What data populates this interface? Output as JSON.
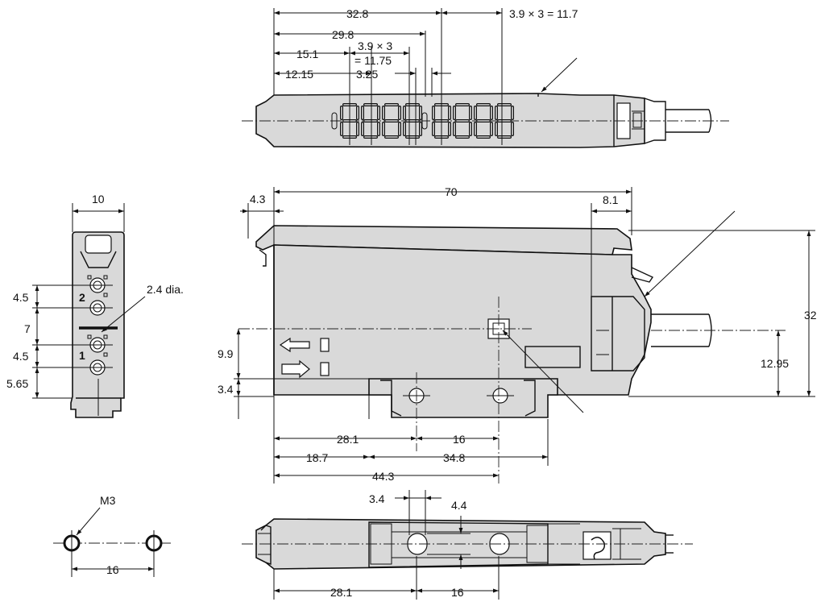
{
  "dimensions": {
    "top_32_8": "32.8",
    "top_3_9x3_11_7": "3.9 × 3 = 11.7",
    "top_29_8": "29.8",
    "top_15_1": "15.1",
    "top_3_9x3": "3.9 × 3",
    "top_11_75": "= 11.75",
    "top_12_15": "12.15",
    "top_3_25": "3.25",
    "side_10": "10",
    "side_4_5_a": "4.5",
    "side_7": "7",
    "side_4_5_b": "4.5",
    "side_5_65": "5.65",
    "side_2_4_dia": "2.4 dia.",
    "side_label_2": "2",
    "side_label_1": "1",
    "front_4_3": "4.3",
    "front_70": "70",
    "front_8_1": "8.1",
    "front_32": "32",
    "front_12_95": "12.95",
    "front_9_9": "9.9",
    "front_3_4": "3.4",
    "front_28_1": "28.1",
    "front_16": "16",
    "front_18_7": "18.7",
    "front_34_8": "34.8",
    "front_44_3": "44.3",
    "hole_m3": "M3",
    "hole_16": "16",
    "bottom_3_4": "3.4",
    "bottom_4_4": "4.4",
    "bottom_28_1": "28.1",
    "bottom_16": "16"
  },
  "colors": {
    "body_fill": "#d9d9d9",
    "line": "#111111"
  },
  "icons": [
    "arrow-left-icon",
    "arrow-right-icon",
    "seven-segment-digit-icon"
  ]
}
